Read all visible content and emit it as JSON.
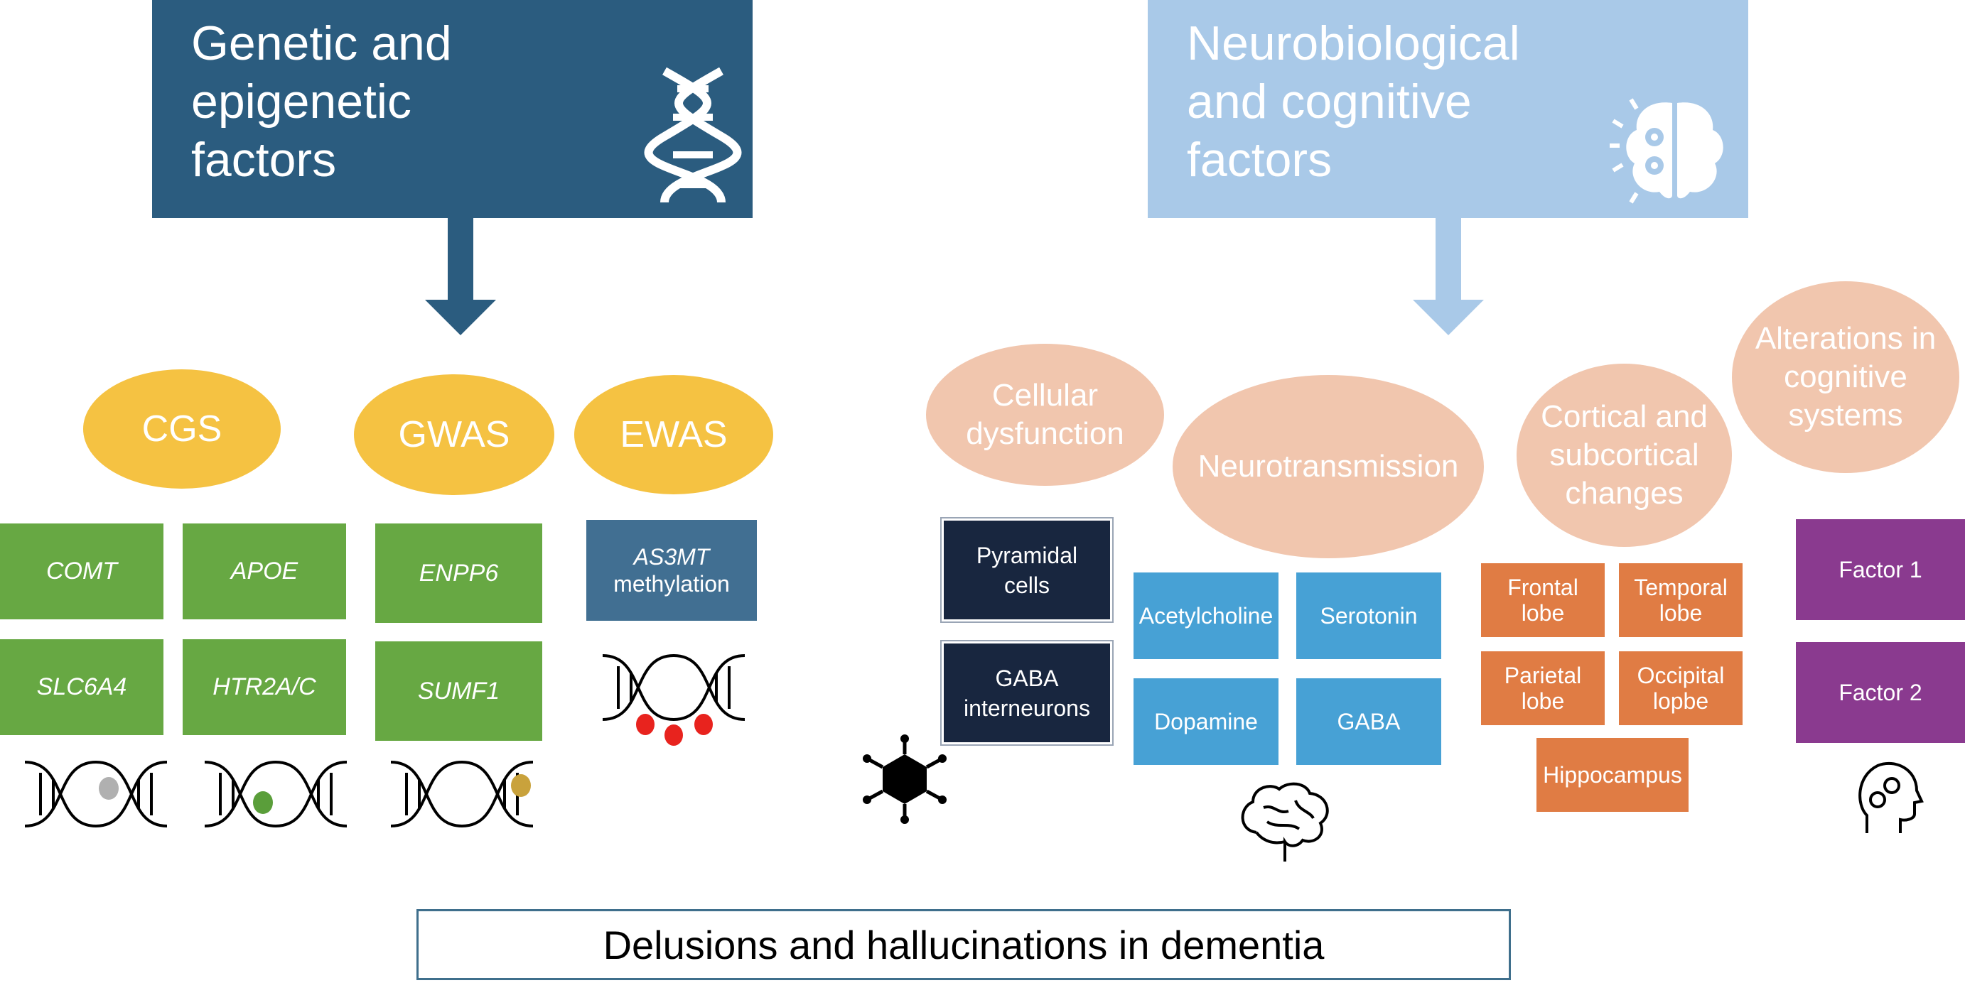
{
  "left_header": {
    "line1": "Genetic and",
    "line2": "epigenetic",
    "line3": "factors",
    "icon": "dna-icon"
  },
  "right_header": {
    "line1": "Neurobiological",
    "line2": "and cognitive",
    "line3": "factors",
    "icon": "brain-gears-icon"
  },
  "genetic": {
    "cgs": {
      "label": "CGS",
      "genes": [
        "COMT",
        "APOE",
        "SLC6A4",
        "HTR2A/C"
      ]
    },
    "gwas": {
      "label": "GWAS",
      "genes": [
        "ENPP6",
        "SUMF1"
      ]
    },
    "ewas": {
      "label": "EWAS",
      "gene": "AS3MT",
      "suffix": "methylation"
    }
  },
  "neuro": {
    "cellular": {
      "line1": "Cellular",
      "line2": "dysfunction",
      "items": [
        {
          "line1": "Pyramidal",
          "line2": "cells"
        },
        {
          "line1": "GABA",
          "line2": "interneurons"
        }
      ]
    },
    "neurotransmission": {
      "label": "Neurotransmission",
      "items": [
        "Acetylcholine",
        "Serotonin",
        "Dopamine",
        "GABA"
      ]
    },
    "cortical": {
      "line1": "Cortical and",
      "line2": "subcortical",
      "line3": "changes",
      "items": [
        {
          "line1": "Frontal",
          "line2": "lobe"
        },
        {
          "line1": "Temporal",
          "line2": "lobe"
        },
        {
          "line1": "Parietal",
          "line2": "lobe"
        },
        {
          "line1": "Occipital",
          "line2": "lopbe"
        },
        {
          "line1": "Hippocampus",
          "line2": ""
        }
      ]
    },
    "cognitive": {
      "line1": "Alterations in",
      "line2": "cognitive",
      "line3": "systems",
      "items": [
        "Factor 1",
        "Factor 2"
      ]
    }
  },
  "footer": "Delusions and hallucinations in dementia",
  "colors": {
    "left_header": "#2b5c7f",
    "right_header": "#a9c9e8",
    "yellow": "#f5c242",
    "peach": "#f1c6ae",
    "green": "#67a843",
    "navy": "#18263f",
    "blue": "#47a1d5",
    "orange": "#e07c44",
    "purple": "#8a3a8f"
  },
  "snp_colors": [
    "#b0b0b0",
    "#5a9e3a",
    "#c9a23c"
  ]
}
